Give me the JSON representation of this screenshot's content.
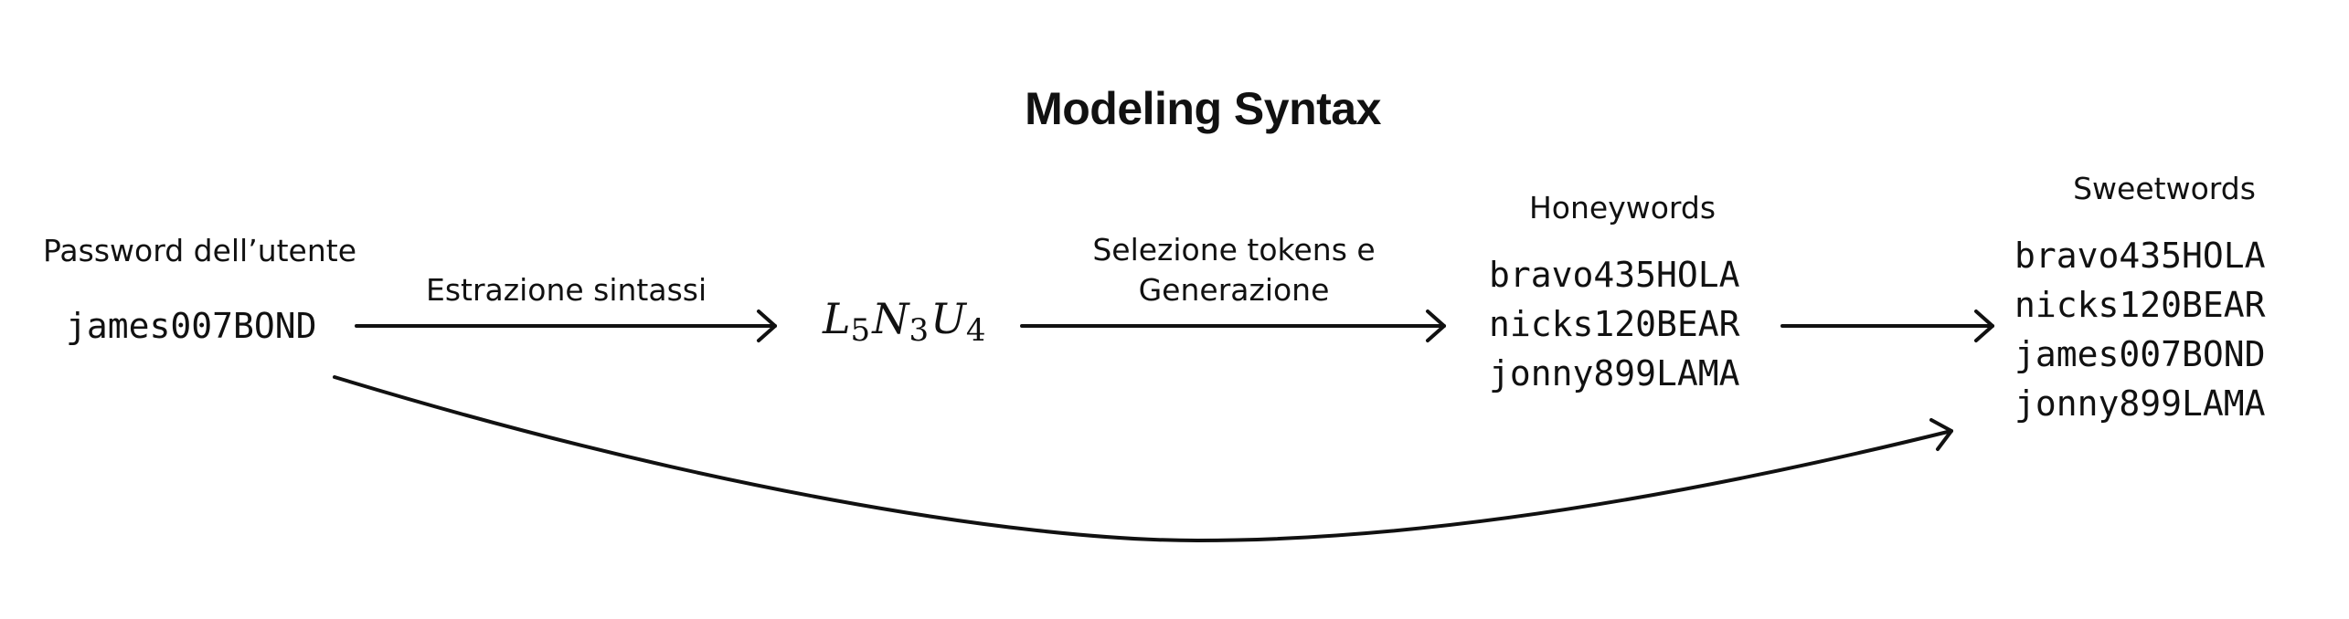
{
  "title": "Modeling Syntax",
  "input": {
    "label": "Password dell’utente",
    "password": "james007BOND"
  },
  "step1": {
    "label": "Estrazione sintassi"
  },
  "syntax": {
    "tokens": [
      {
        "letter": "L",
        "count": "5"
      },
      {
        "letter": "N",
        "count": "3"
      },
      {
        "letter": "U",
        "count": "4"
      }
    ]
  },
  "step2": {
    "label_line1": "Selezione tokens e",
    "label_line2": "Generazione"
  },
  "honeywords": {
    "label": "Honeywords",
    "items": [
      "bravo435HOLA",
      "nicks120BEAR",
      "jonny899LAMA"
    ]
  },
  "sweetwords": {
    "label": "Sweetwords",
    "items": [
      "bravo435HOLA",
      "nicks120BEAR",
      "james007BOND",
      "jonny899LAMA"
    ]
  }
}
